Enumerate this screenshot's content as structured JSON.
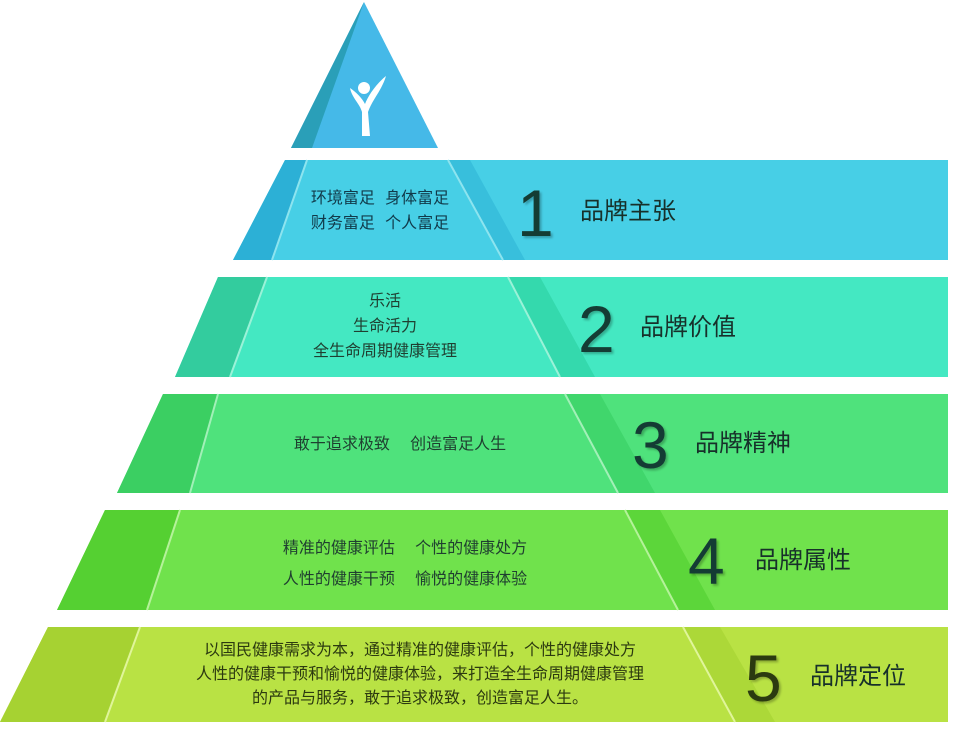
{
  "logo": {
    "name": "person-leaf-logo"
  },
  "tiers": [
    {
      "number": "1",
      "label": "品牌主张",
      "lines": [
        "环境富足  身体富足",
        "财务富足  个人富足"
      ]
    },
    {
      "number": "2",
      "label": "品牌价值",
      "lines": [
        "乐活",
        "生命活力",
        "全生命周期健康管理"
      ]
    },
    {
      "number": "3",
      "label": "品牌精神",
      "lines": [
        "敢于追求极致    创造富足人生"
      ]
    },
    {
      "number": "4",
      "label": "品牌属性",
      "lines": [
        "精准的健康评估    个性的健康处方",
        "人性的健康干预    愉悦的健康体验"
      ]
    },
    {
      "number": "5",
      "label": "品牌定位",
      "lines": [
        "以国民健康需求为本，通过精准的健康评估，个性的健康处方",
        "人性的健康干预和愉悦的健康体验，来打造全生命周期健康管理",
        "的产品与服务，敢于追求极致，创造富足人生。"
      ]
    }
  ],
  "colors": {
    "tier1": "#47cfe6",
    "tier2": "#44e8c2",
    "tier3": "#4fe27c",
    "tier4": "#70e24c",
    "tier5": "#b9e244",
    "top": "#45b9e8"
  }
}
